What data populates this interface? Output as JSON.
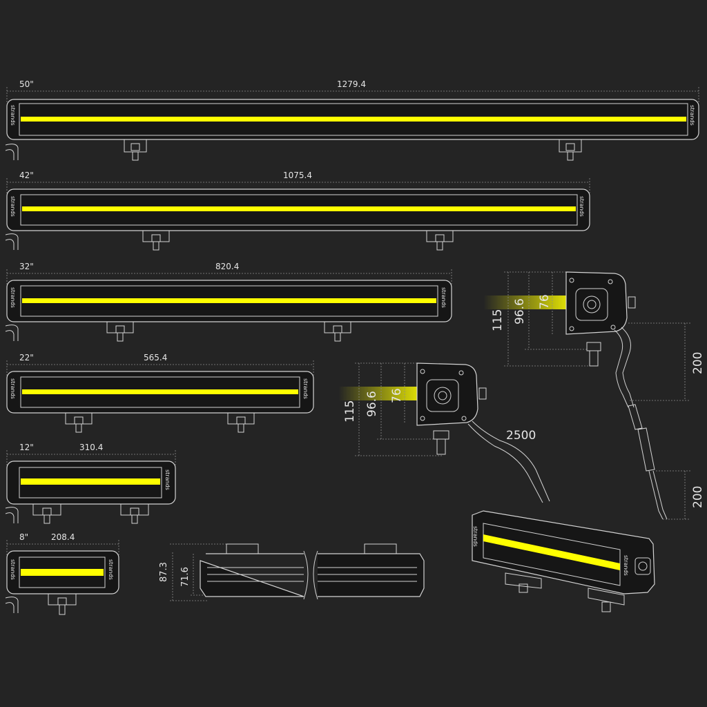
{
  "colors": {
    "background": "#242424",
    "outline": "#d4d4d4",
    "led_strip": "#ffff00",
    "dimension_line": "#8c8c8c"
  },
  "bars": [
    {
      "size": "50\"",
      "length": "1279.4",
      "brand": "strands"
    },
    {
      "size": "42\"",
      "length": "1075.4",
      "brand": "strands"
    },
    {
      "size": "32\"",
      "length": "820.4",
      "brand": "strands"
    },
    {
      "size": "22\"",
      "length": "565.4",
      "brand": "strands"
    },
    {
      "size": "12\"",
      "length": "310.4",
      "brand": "strands"
    },
    {
      "size": "8\"",
      "length": "208.4",
      "brand": "strands"
    }
  ],
  "back_view": {
    "overall_height": "87.3",
    "body_height": "71.6"
  },
  "side_view_upper": {
    "total_height": "115",
    "housing_height": "96.6",
    "lens_height": "76",
    "cable_drop_1": "200",
    "cable_drop_2": "200"
  },
  "side_view_lower": {
    "total_height": "115",
    "housing_height": "96.6",
    "lens_height": "76",
    "cable_length": "2500"
  },
  "perspective": {
    "brand": "strands"
  }
}
